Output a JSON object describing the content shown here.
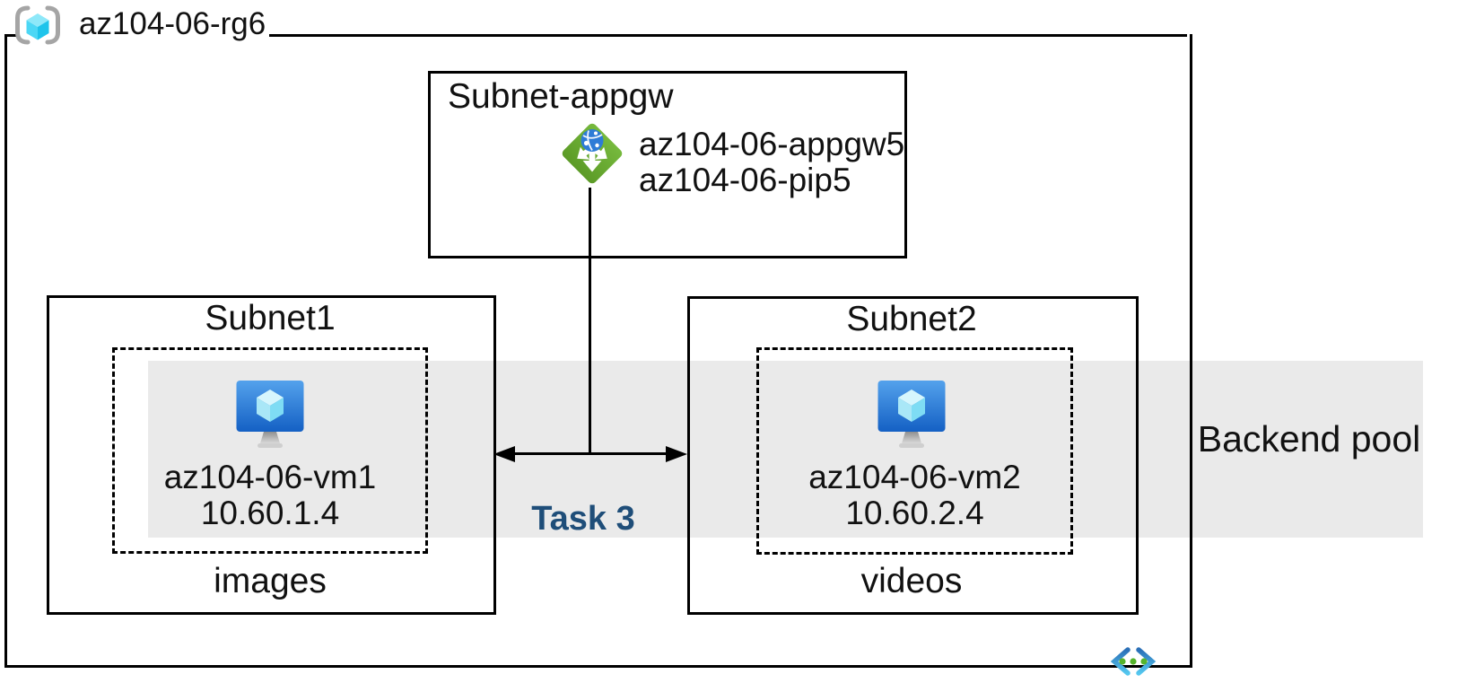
{
  "diagram": {
    "resource_group": {
      "name": "az104-06-rg6"
    },
    "gateway_subnet": {
      "name": "Subnet-appgw",
      "gateway_name": "az104-06-appgw5",
      "public_ip_name": "az104-06-pip5"
    },
    "subnet1": {
      "name": "Subnet1",
      "vm_name": "az104-06-vm1",
      "vm_ip": "10.60.1.4",
      "storage_label": "images"
    },
    "subnet2": {
      "name": "Subnet2",
      "vm_name": "az104-06-vm2",
      "vm_ip": "10.60.2.4",
      "storage_label": "videos"
    },
    "backend_pool": {
      "label": "Backend pool"
    },
    "task": {
      "label": "Task 3"
    },
    "icons": {
      "resource_group": "resource-group-icon",
      "application_gateway": "application-gateway-icon",
      "virtual_machine": "virtual-machine-icon",
      "virtual_network": "virtual-network-icon"
    },
    "colors": {
      "backend_band": "#eaeaea",
      "task_label": "#1f4e79",
      "appgw_green_top": "#76b93d",
      "appgw_green_bottom": "#5c9b27",
      "appgw_globe_blue": "#2e7cd6",
      "vm_blue_top": "#54a2ec",
      "vm_blue_bottom": "#1460c4",
      "rg_cube_cyan": "#1ec4eb",
      "bracket_gray": "#a5a5a5",
      "vnet_chevron_top": "#2a6fb7",
      "vnet_chevron_bottom": "#54c7ef",
      "vnet_dot_green": "#55b42c",
      "line_black": "#000000"
    }
  }
}
